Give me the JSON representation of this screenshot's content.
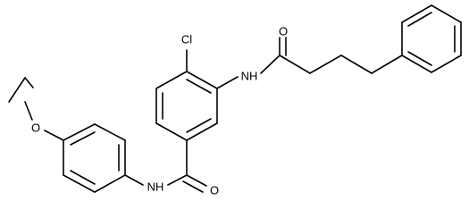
{
  "colors": {
    "ink": "#000000",
    "background": "#ffffff"
  },
  "atoms": {
    "ethoxy_o": "O",
    "amide1_o": "O",
    "amide2_o": "O",
    "chlorine": "Cl",
    "anilide_nh": "NH",
    "amide_nh": "NH",
    "anilide_n_h": "H",
    "anilide_n": "N"
  }
}
